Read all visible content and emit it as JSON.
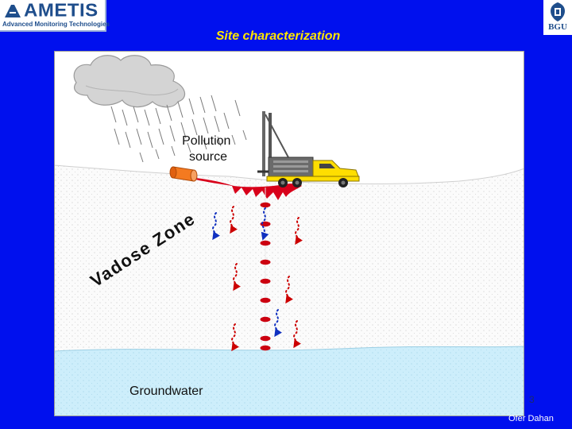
{
  "logo": {
    "name": "AMETIS",
    "subtitle": "Advanced Monitoring Technologies"
  },
  "emblem": {
    "text": "BGU",
    "icon": "university-emblem-icon"
  },
  "title": "Site characterization",
  "diagram": {
    "labels": {
      "pollution_source": [
        "Pollution",
        "source"
      ],
      "vadose_zone": "Vadose Zone",
      "groundwater": "Groundwater"
    },
    "icons": [
      "cloud-icon",
      "rain-icon",
      "barrel-icon",
      "drill-truck-icon",
      "pollution-spill-icon",
      "sampling-port-icon",
      "flow-arrow-icon"
    ],
    "sampling_ports": 9,
    "colors": {
      "sky": "#ffffff",
      "soil": "#f9f9f9",
      "groundwater": "#cfeefa",
      "pollution": "#d8001a",
      "truck": "#ffde00",
      "barrel": "#f47a20",
      "flow_red": "#cc0000",
      "flow_blue": "#1030c0"
    }
  },
  "footer": {
    "page_number": "3",
    "author": "Ofer Dahan"
  }
}
